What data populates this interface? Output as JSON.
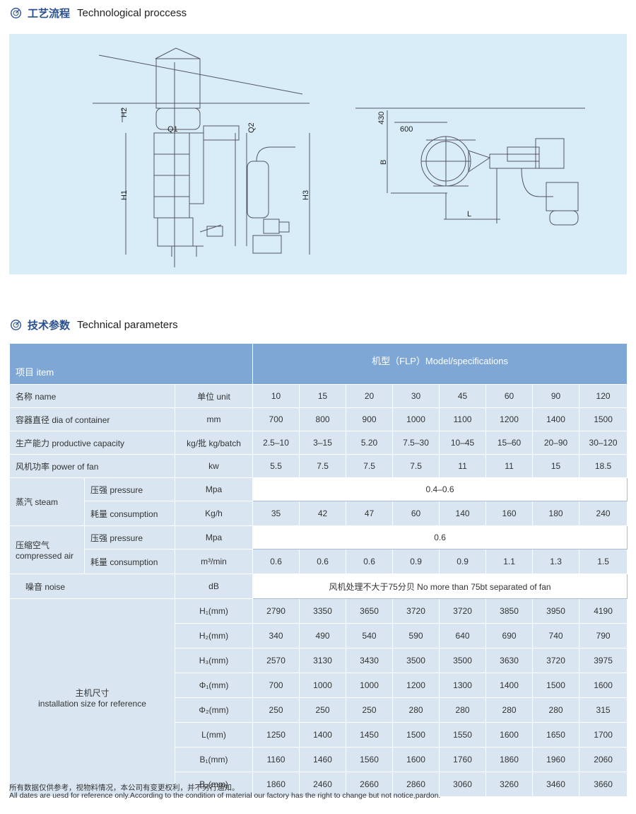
{
  "sections": {
    "process": {
      "cn": "工艺流程",
      "en": "Technological proccess"
    },
    "params": {
      "cn": "技术参数",
      "en": "Technical parameters"
    }
  },
  "diagram_labels": {
    "h2": "H2",
    "h1": "H1",
    "h3": "H3",
    "q1": "Q1",
    "q2": "Q2",
    "d430": "430",
    "d600": "600",
    "b": "B",
    "l": "L"
  },
  "table": {
    "item_label": "项目 item",
    "model_label": "机型（FLP）Model/specifications",
    "name_label": "名称 name",
    "unit_label": "单位 unit",
    "models": [
      "10",
      "15",
      "20",
      "30",
      "45",
      "60",
      "90",
      "120"
    ],
    "container": {
      "label": "容器直径 dia of container",
      "unit": "mm",
      "values": [
        "700",
        "800",
        "900",
        "1000",
        "1100",
        "1200",
        "1400",
        "1500"
      ]
    },
    "capacity": {
      "label": "生产能力 productive capacity",
      "unit": "kg/批 kg/batch",
      "values": [
        "2.5–10",
        "3–15",
        "5.20",
        "7.5–30",
        "10–45",
        "15–60",
        "20–90",
        "30–120"
      ]
    },
    "fan": {
      "label": "风机功率 power of fan",
      "unit": "kw",
      "values": [
        "5.5",
        "7.5",
        "7.5",
        "7.5",
        "11",
        "11",
        "15",
        "18.5"
      ]
    },
    "steam": {
      "label": "蒸汽 steam",
      "pressure_label": "压强 pressure",
      "pressure_unit": "Mpa",
      "pressure_value": "0.4–0.6",
      "consumption_label": "耗量 consumption",
      "consumption_unit": "Kg/h",
      "consumption_values": [
        "35",
        "42",
        "47",
        "60",
        "140",
        "160",
        "180",
        "240"
      ]
    },
    "air": {
      "label_cn": "压缩空气",
      "label_en": "compressed air",
      "pressure_label": "压强 pressure",
      "pressure_unit": "Mpa",
      "pressure_value": "0.6",
      "consumption_label": "耗量 consumption",
      "consumption_unit": "m³/min",
      "consumption_values": [
        "0.6",
        "0.6",
        "0.6",
        "0.9",
        "0.9",
        "1.1",
        "1.3",
        "1.5"
      ]
    },
    "noise": {
      "label": "噪音 noise",
      "unit": "dB",
      "value": "风机处理不大于75分贝 No more than 75bt separated of fan"
    },
    "install": {
      "label_cn": "主机尺寸",
      "label_en": "installation size for reference",
      "rows": [
        {
          "unit": "H₁(mm)",
          "values": [
            "2790",
            "3350",
            "3650",
            "3720",
            "3720",
            "3850",
            "3950",
            "4190"
          ]
        },
        {
          "unit": "H₂(mm)",
          "values": [
            "340",
            "490",
            "540",
            "590",
            "640",
            "690",
            "740",
            "790"
          ]
        },
        {
          "unit": "H₃(mm)",
          "values": [
            "2570",
            "3130",
            "3430",
            "3500",
            "3500",
            "3630",
            "3720",
            "3975"
          ]
        },
        {
          "unit": "Φ₁(mm)",
          "values": [
            "700",
            "1000",
            "1000",
            "1200",
            "1300",
            "1400",
            "1500",
            "1600"
          ]
        },
        {
          "unit": "Φ₂(mm)",
          "values": [
            "250",
            "250",
            "250",
            "280",
            "280",
            "280",
            "280",
            "315"
          ]
        },
        {
          "unit": "L(mm)",
          "values": [
            "1250",
            "1400",
            "1450",
            "1500",
            "1550",
            "1600",
            "1650",
            "1700"
          ]
        },
        {
          "unit": "B₁(mm)",
          "values": [
            "1160",
            "1460",
            "1560",
            "1600",
            "1760",
            "1860",
            "1960",
            "2060"
          ]
        },
        {
          "unit": "B₂(mm)",
          "values": [
            "1860",
            "2460",
            "2660",
            "2860",
            "3060",
            "3260",
            "3460",
            "3660"
          ]
        }
      ]
    }
  },
  "footer": {
    "cn": "所有数据仅供参考，视物料情况，本公司有变更权利，并不另行通知。",
    "en": "All dates are uesd for reference only.According to the condition of material our factory has the right to change but not notice,pardon."
  },
  "colors": {
    "header": "#7ea7d6",
    "shade": "#d9e6f1",
    "diagram_bg": "#d9edf8",
    "title": "#2a4f8f"
  }
}
